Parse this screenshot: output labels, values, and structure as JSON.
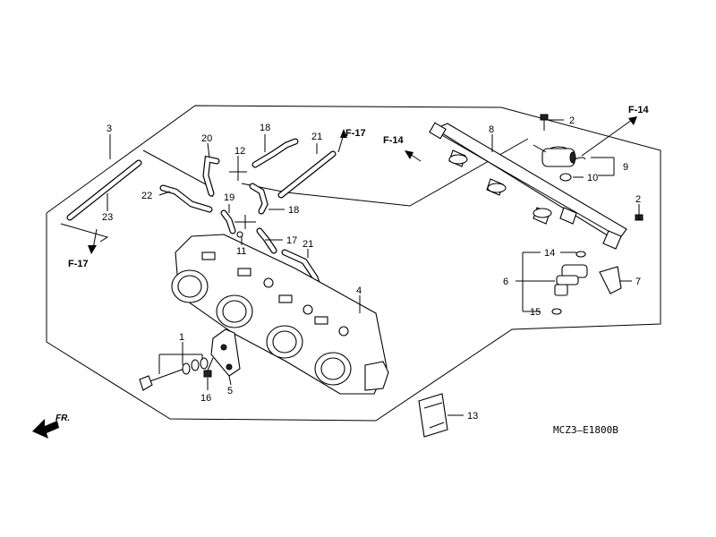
{
  "diagram": {
    "code": "MCZ3—E1800B",
    "front_label": "FR.",
    "refs": {
      "f14_left": "F-14",
      "f14_right": "F-14",
      "f17_top": "F-17",
      "f17_left": "F-17"
    },
    "callouts": {
      "c1": "1",
      "c2a": "2",
      "c2b": "2",
      "c3": "3",
      "c4": "4",
      "c5": "5",
      "c6": "6",
      "c7": "7",
      "c8": "8",
      "c9": "9",
      "c10": "10",
      "c11": "11",
      "c12": "12",
      "c13": "13",
      "c14": "14",
      "c15": "15",
      "c16": "16",
      "c17": "17",
      "c18a": "18",
      "c18b": "18",
      "c19": "19",
      "c20": "20",
      "c21a": "21",
      "c21b": "21",
      "c22": "22",
      "c23": "23"
    }
  }
}
